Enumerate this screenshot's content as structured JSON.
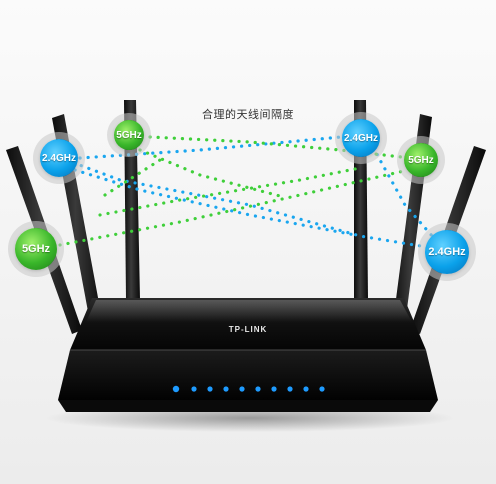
{
  "caption": "合理的天线间隔度",
  "brand": "TP-LINK",
  "badges": [
    {
      "label": "2.4GHz",
      "color": "#0aa1ea"
    },
    {
      "label": "5GHz",
      "color": "#39b62a"
    },
    {
      "label": "5GHz",
      "color": "#39b62a"
    },
    {
      "label": "2.4GHz",
      "color": "#0aa1ea"
    },
    {
      "label": "5GHz",
      "color": "#39b62a"
    },
    {
      "label": "2.4GHz",
      "color": "#0aa1ea"
    }
  ],
  "colors": {
    "blue_signal": "#1aa6ef",
    "green_signal": "#3fcf3a",
    "router_body": "#111111",
    "led": "#1e9bff"
  }
}
